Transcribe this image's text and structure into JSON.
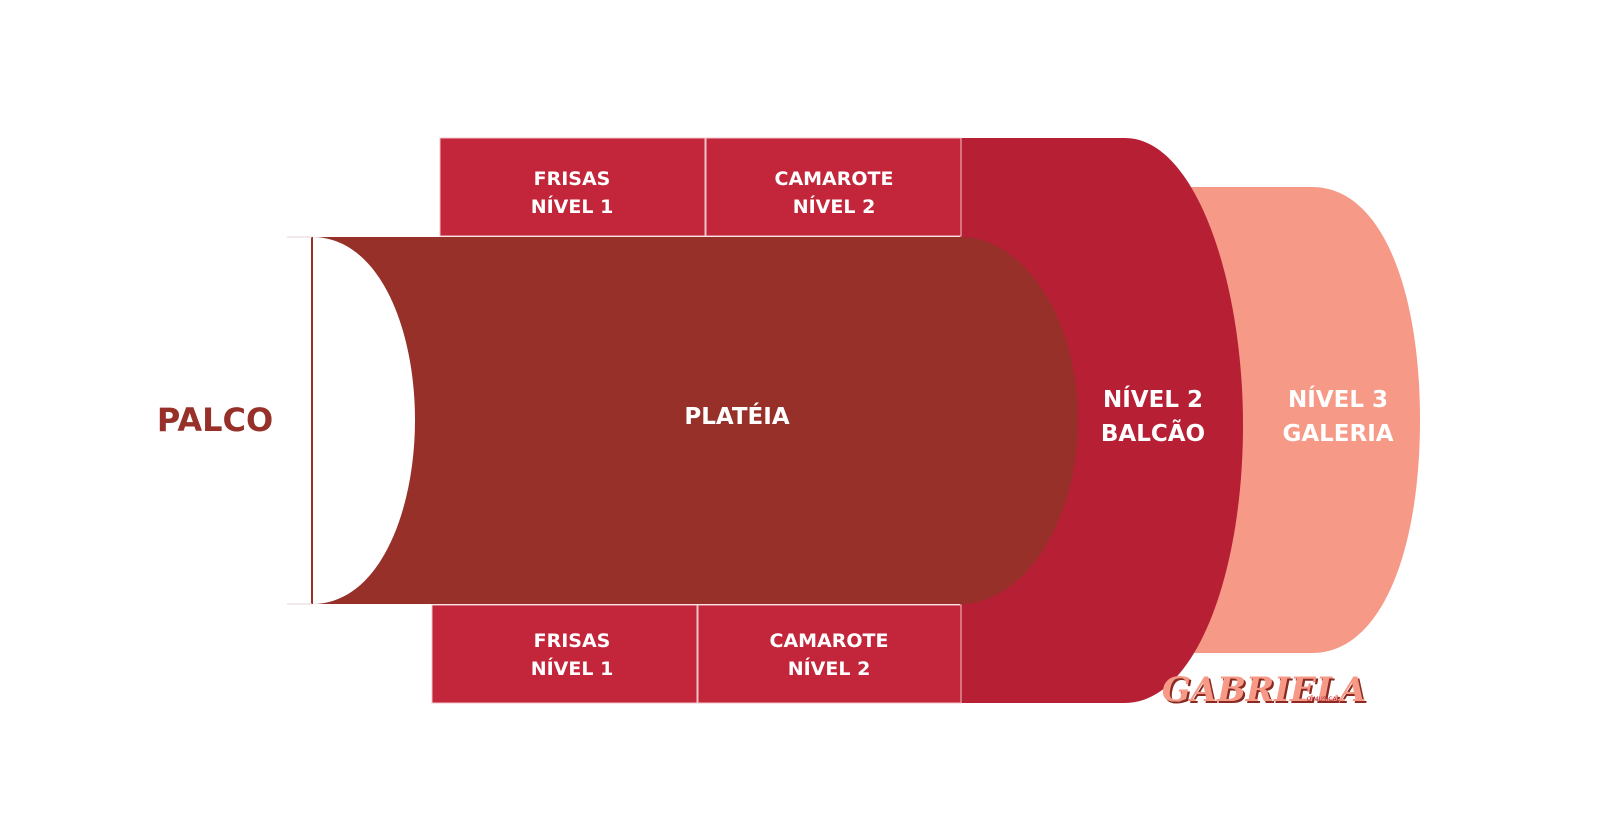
{
  "colors": {
    "stage": "#963029",
    "platea": "#963029",
    "camarote": "#c3253b",
    "balcao": "#b61f34",
    "galeria": "#f69986",
    "label": "#ffffff"
  },
  "stage": {
    "label": "PALCO"
  },
  "sections": {
    "platea": {
      "label": "PLATÉIA"
    },
    "frisas_top": {
      "line1": "FRISAS",
      "line2": "NÍVEL 1"
    },
    "camarote_top": {
      "line1": "CAMAROTE",
      "line2": "NÍVEL 2"
    },
    "frisas_bottom": {
      "line1": "FRISAS",
      "line2": "NÍVEL 1"
    },
    "camarote_bottom": {
      "line1": "CAMAROTE",
      "line2": "NÍVEL 2"
    },
    "balcao": {
      "line1": "NÍVEL 2",
      "line2": "BALCÃO"
    },
    "galeria": {
      "line1": "NÍVEL 3",
      "line2": "GALERIA"
    }
  },
  "logo": {
    "title": "GABRIELA",
    "subtitle": "O MUSICAL",
    "icon": "gabriela-logo"
  }
}
